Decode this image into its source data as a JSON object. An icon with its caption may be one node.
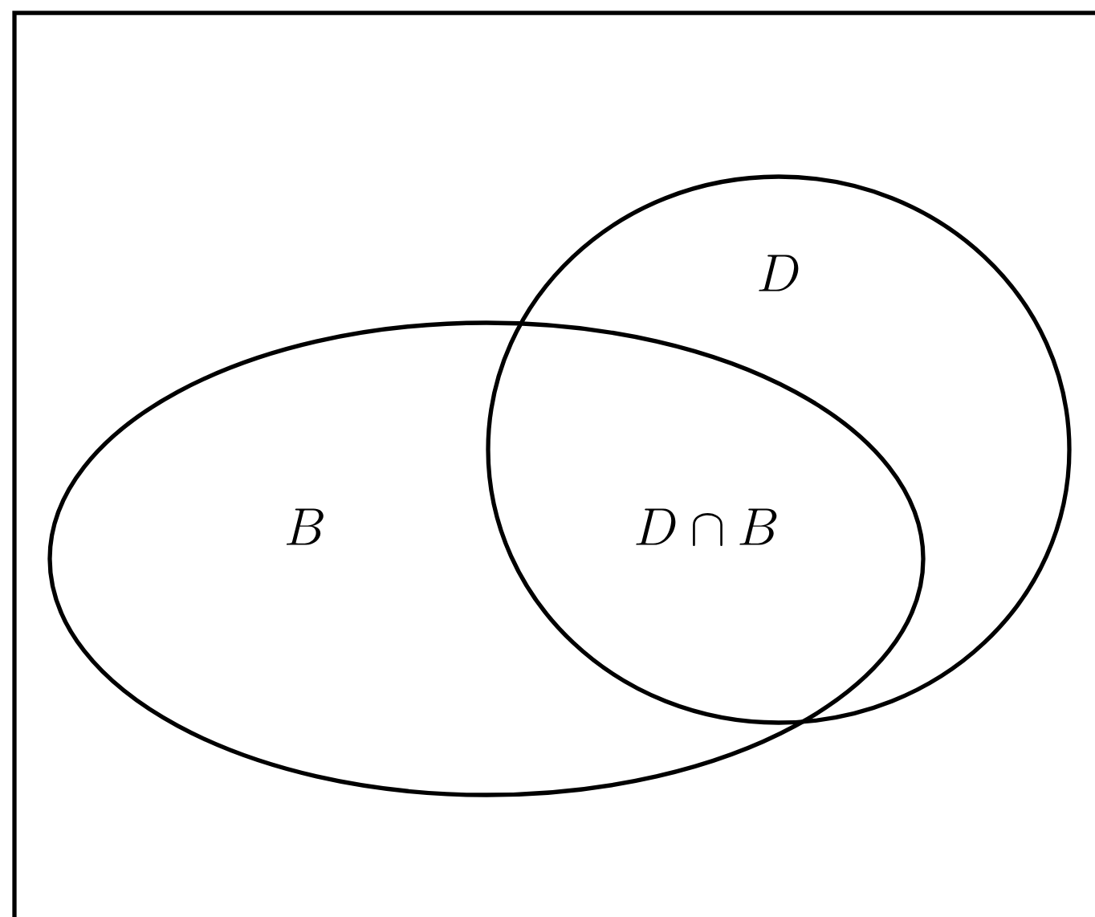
{
  "diagram": {
    "nodes": [
      {
        "text": [
          "B"
        ]
      },
      {
        "text": [
          "D"
        ]
      }
    ],
    "labels": [
      "D \\cap B"
    ]
  }
}
